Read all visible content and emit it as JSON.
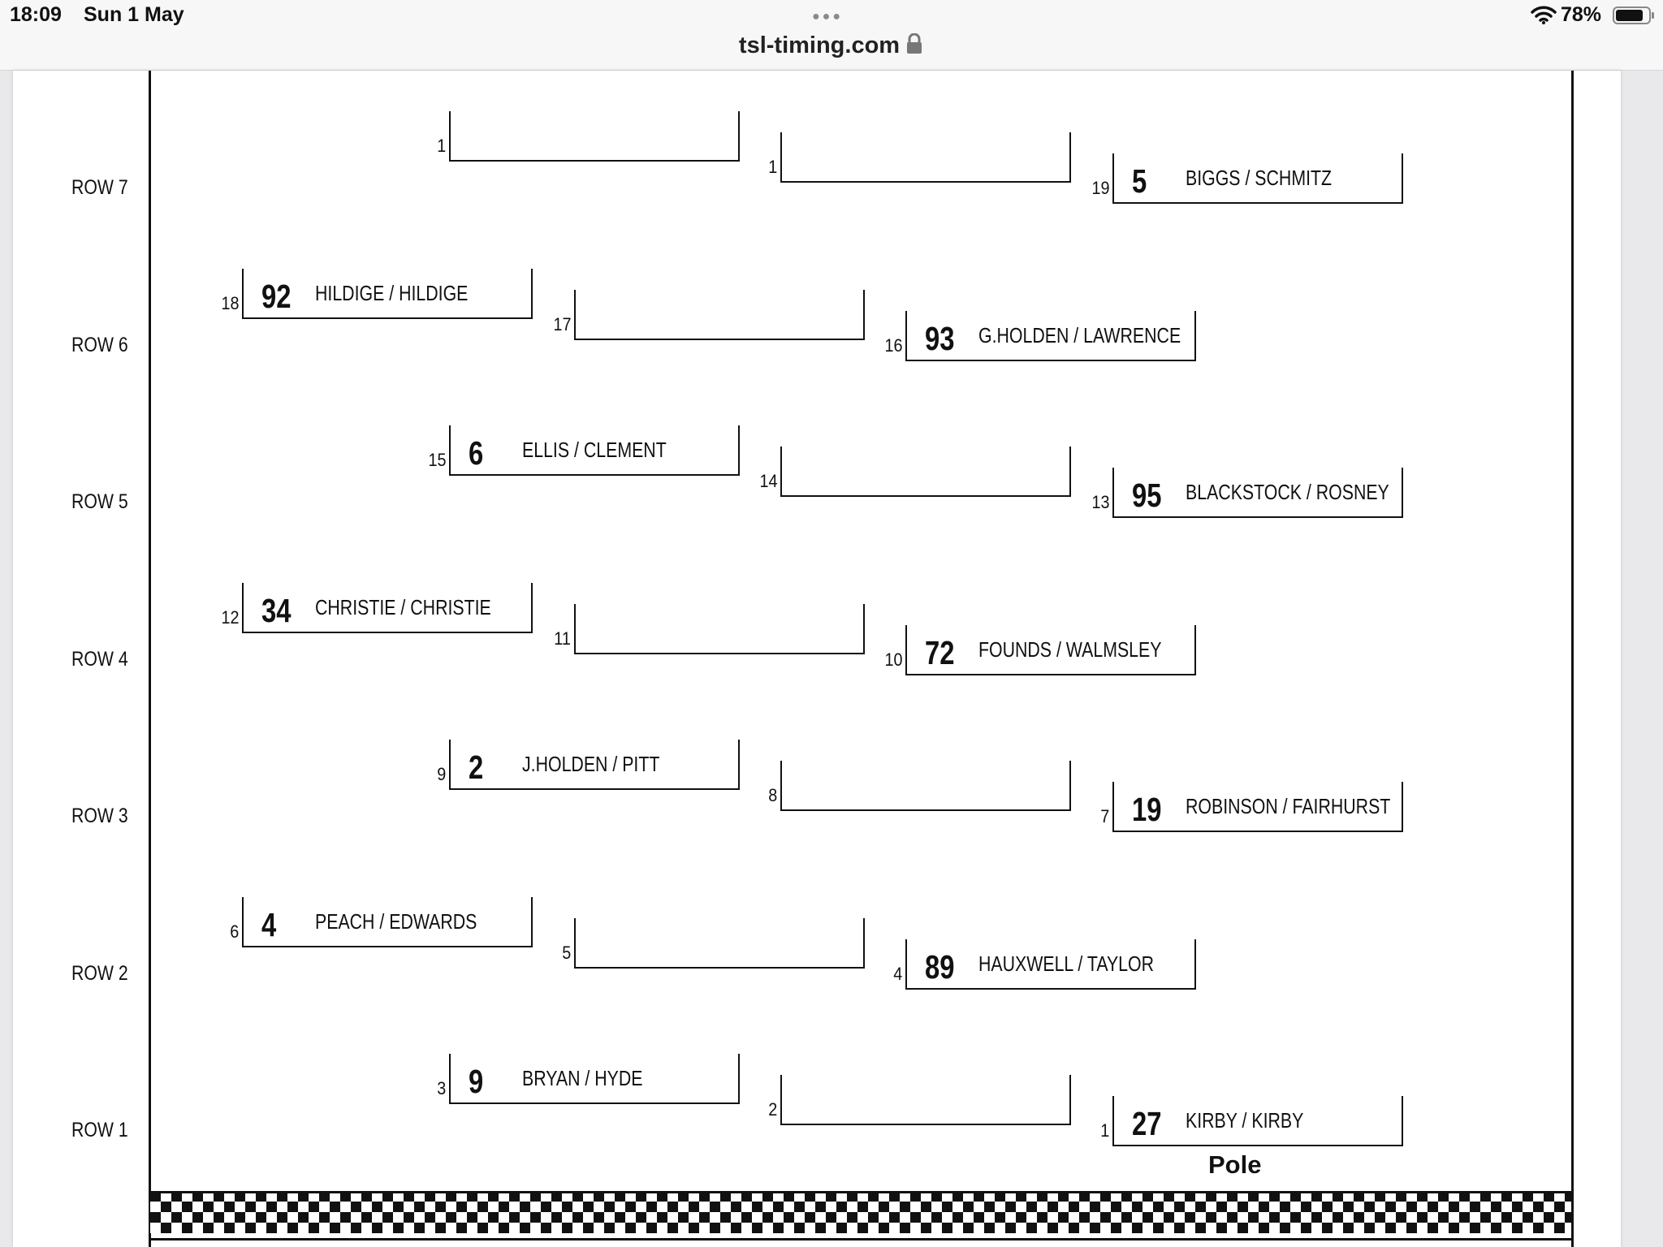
{
  "status_bar": {
    "time": "18:09",
    "date": "Sun 1 May",
    "url": "tsl-timing.com",
    "battery": "78%"
  },
  "grid": {
    "pole_label": "Pole",
    "rows": [
      {
        "label": "ROW 7",
        "slots": [
          {
            "position": "1",
            "number": "",
            "drivers": ""
          },
          {
            "position": "1",
            "number": "",
            "drivers": ""
          },
          {
            "position": "19",
            "number": "5",
            "drivers": "BIGGS / SCHMITZ"
          }
        ]
      },
      {
        "label": "ROW 6",
        "slots": [
          {
            "position": "18",
            "number": "92",
            "drivers": "HILDIGE / HILDIGE"
          },
          {
            "position": "17",
            "number": "",
            "drivers": ""
          },
          {
            "position": "16",
            "number": "93",
            "drivers": "G.HOLDEN / LAWRENCE"
          }
        ]
      },
      {
        "label": "ROW 5",
        "slots": [
          {
            "position": "15",
            "number": "6",
            "drivers": "ELLIS / CLEMENT"
          },
          {
            "position": "14",
            "number": "",
            "drivers": ""
          },
          {
            "position": "13",
            "number": "95",
            "drivers": "BLACKSTOCK / ROSNEY"
          }
        ]
      },
      {
        "label": "ROW 4",
        "slots": [
          {
            "position": "12",
            "number": "34",
            "drivers": "CHRISTIE / CHRISTIE"
          },
          {
            "position": "11",
            "number": "",
            "drivers": ""
          },
          {
            "position": "10",
            "number": "72",
            "drivers": "FOUNDS / WALMSLEY"
          }
        ]
      },
      {
        "label": "ROW 3",
        "slots": [
          {
            "position": "9",
            "number": "2",
            "drivers": "J.HOLDEN / PITT"
          },
          {
            "position": "8",
            "number": "",
            "drivers": ""
          },
          {
            "position": "7",
            "number": "19",
            "drivers": "ROBINSON / FAIRHURST"
          }
        ]
      },
      {
        "label": "ROW 2",
        "slots": [
          {
            "position": "6",
            "number": "4",
            "drivers": "PEACH / EDWARDS"
          },
          {
            "position": "5",
            "number": "",
            "drivers": ""
          },
          {
            "position": "4",
            "number": "89",
            "drivers": "HAUXWELL / TAYLOR"
          }
        ]
      },
      {
        "label": "ROW 1",
        "slots": [
          {
            "position": "3",
            "number": "9",
            "drivers": "BRYAN / HYDE"
          },
          {
            "position": "2",
            "number": "",
            "drivers": ""
          },
          {
            "position": "1",
            "number": "27",
            "drivers": "KIRBY / KIRBY"
          }
        ]
      }
    ]
  }
}
